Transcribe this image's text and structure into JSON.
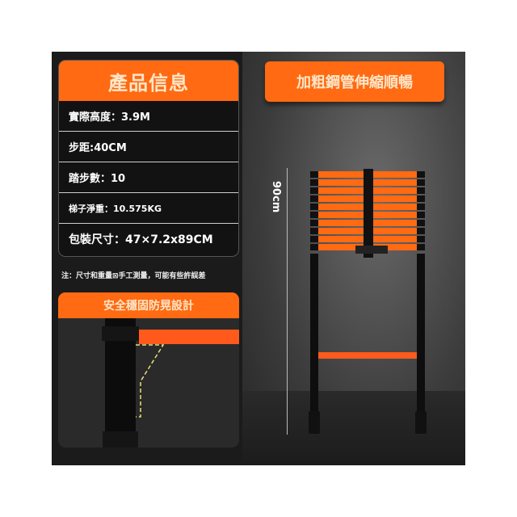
{
  "info": {
    "title": "產品信息",
    "rows": [
      "實際高度：3.9M",
      "步距:40CM",
      "踏步數：10",
      "梯子淨重：10.575KG",
      "包裝尺寸：47×7.2x89CM"
    ],
    "note": "注：尺寸和重量⊠手工測量，可能有些許誤差"
  },
  "detail": {
    "title": "安全穩固防晃設計"
  },
  "photo": {
    "title": "加粗鋼管伸縮順暢",
    "dimension": "90cm"
  },
  "colors": {
    "accent": "#ff6a12",
    "heading_text": "#ffe6c8"
  }
}
